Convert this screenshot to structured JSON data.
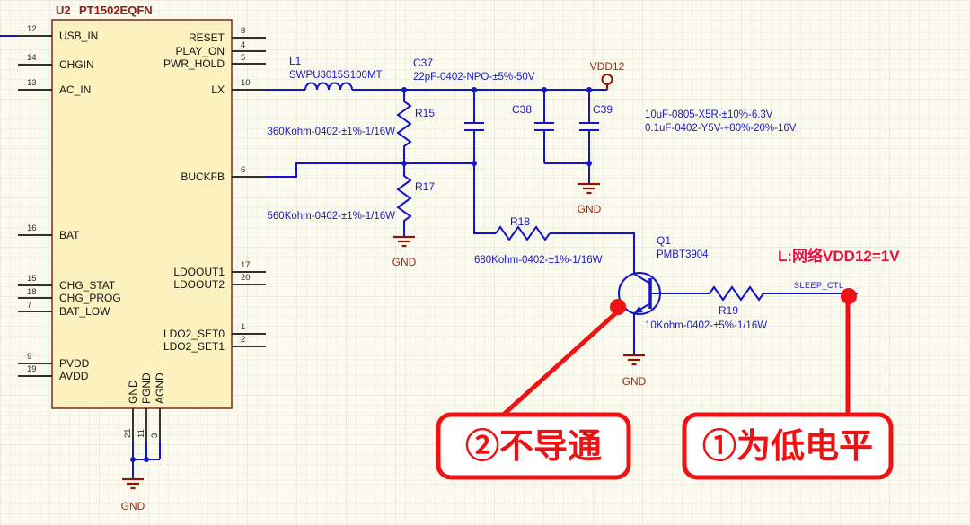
{
  "chip": {
    "designator": "U2",
    "part": "PT1502EQFN",
    "left_pins": [
      {
        "num": "12",
        "name": "USB_IN"
      },
      {
        "num": "14",
        "name": "CHGIN"
      },
      {
        "num": "13",
        "name": "AC_IN"
      },
      {
        "num": "16",
        "name": "BAT"
      },
      {
        "num": "15",
        "name": "CHG_STAT"
      },
      {
        "num": "18",
        "name": "CHG_PROG"
      },
      {
        "num": "7",
        "name": "BAT_LOW"
      },
      {
        "num": "9",
        "name": "PVDD"
      },
      {
        "num": "19",
        "name": "AVDD"
      }
    ],
    "right_pins": [
      {
        "num": "8",
        "name": "RESET"
      },
      {
        "num": "4",
        "name": "PLAY_ON"
      },
      {
        "num": "5",
        "name": "PWR_HOLD"
      },
      {
        "num": "10",
        "name": "LX"
      },
      {
        "num": "6",
        "name": "BUCKFB"
      },
      {
        "num": "17",
        "name": "LDOOUT1"
      },
      {
        "num": "20",
        "name": "LDOOUT2"
      },
      {
        "num": "1",
        "name": "LDO2_SET0"
      },
      {
        "num": "2",
        "name": "LDO2_SET1"
      }
    ],
    "bottom_pins": [
      {
        "num": "21",
        "name": "GND"
      },
      {
        "num": "11",
        "name": "PGND"
      },
      {
        "num": "3",
        "name": "AGND"
      }
    ]
  },
  "parts": {
    "l1": {
      "ref": "L1",
      "value": "SWPU3015S100MT"
    },
    "c37": {
      "ref": "C37",
      "value": "22pF-0402-NPO-±5%-50V"
    },
    "c38": {
      "ref": "C38"
    },
    "c39": {
      "ref": "C39"
    },
    "cap_values": {
      "line1": "10uF-0805-X5R-±10%-6.3V",
      "line2": "0.1uF-0402-Y5V-+80%-20%-16V"
    },
    "r15": {
      "ref": "R15",
      "value": "360Kohm-0402-±1%-1/16W"
    },
    "r17": {
      "ref": "R17",
      "value": "560Kohm-0402-±1%-1/16W"
    },
    "r18": {
      "ref": "R18",
      "value": "680Kohm-0402-±1%-1/16W"
    },
    "r19": {
      "ref": "R19",
      "value": "10Kohm-0402-±5%-1/16W"
    },
    "q1": {
      "ref": "Q1",
      "value": "PMBT3904"
    }
  },
  "nets": {
    "vdd12": "VDD12",
    "sleep_ctl": "SLEEP_CTL",
    "gnd": "GND"
  },
  "annotations": {
    "net_note": "L:网络VDD12=1V",
    "callout_not_conducting": "②不导通",
    "callout_low_level": "①为低电平"
  },
  "colors": {
    "wire": "#1414c8",
    "power": "#9e2a12",
    "annotation": "#f01212",
    "chip_fill": "#fcf2c0",
    "chip_border": "#7c2a1a"
  }
}
